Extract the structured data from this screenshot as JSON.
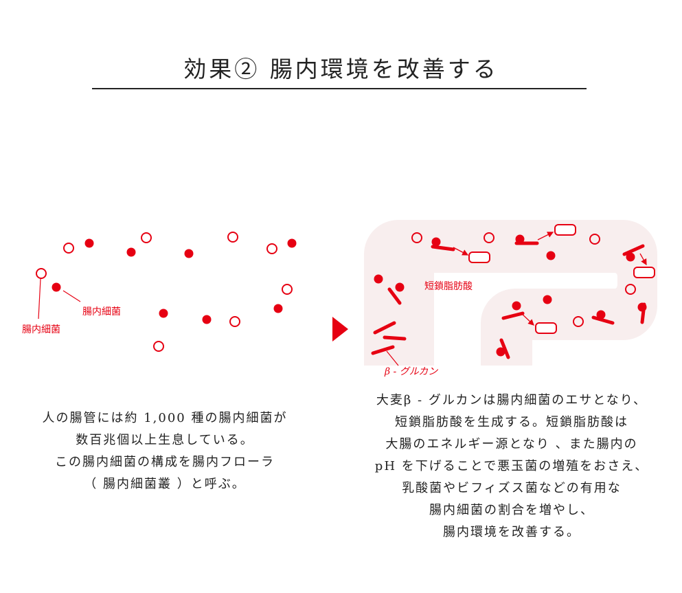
{
  "title": "効果② 腸内環境を改善する",
  "colors": {
    "red": "#e60012",
    "area_bg": "#f8eeee",
    "text": "#222222",
    "rule": "#222222"
  },
  "left_panel": {
    "labels": {
      "dot_label_1": "腸内細菌",
      "dot_label_2": "腸内細菌"
    },
    "description": [
      "人の腸管には約 1,000 種の腸内細菌が",
      "数百兆個以上生息している。",
      "この腸内細菌の構成を腸内フローラ",
      "（ 腸内細菌叢 ）と呼ぶ。"
    ]
  },
  "arrow": {
    "icon": "triangle-right-icon"
  },
  "right_panel": {
    "labels": {
      "scfa": "短鎖脂肪酸",
      "beta_glucan": "β - グルカン"
    },
    "description": [
      "大麦β - グルカンは腸内細菌のエサとなり、",
      "短鎖脂肪酸を生成する。短鎖脂肪酸は",
      "大腸のエネルギー源となり 、また腸内の",
      "pH を下げることで悪玉菌の増殖をおさえ、",
      "乳酸菌やビフィズス菌などの有用な",
      "腸内細菌の割合を増やし、",
      "腸内環境を改善する。"
    ]
  }
}
